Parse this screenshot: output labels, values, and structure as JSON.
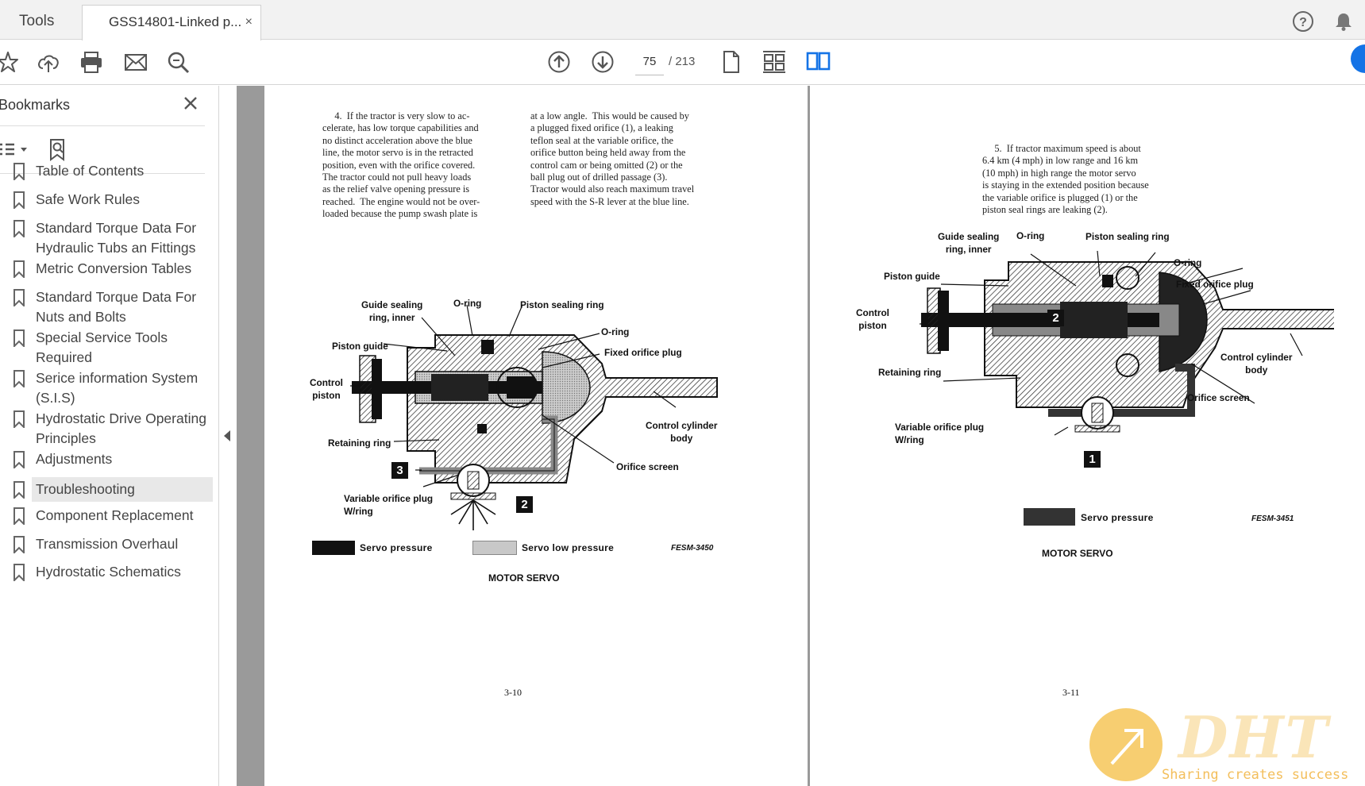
{
  "tabs": {
    "tools_label": "Tools",
    "document_label": "GSS14801-Linked p...",
    "close_glyph": "×"
  },
  "toolbar": {
    "icons": [
      "star-icon",
      "upload-icon",
      "print-icon",
      "mail-icon",
      "zoom-search-icon",
      "page-up-icon",
      "page-down-icon",
      "single-page-icon",
      "scroll-icon",
      "two-page-icon"
    ],
    "current_page": "75",
    "total_pages": "/ 213",
    "accent_color": "#1473e6"
  },
  "sidebar": {
    "title": "Bookmarks",
    "items": [
      {
        "label": "Table of Contents"
      },
      {
        "label": "Safe Work Rules"
      },
      {
        "label": "Standard Torque Data For Hydraulic Tubs an Fittings"
      },
      {
        "label": "Metric Conversion Tables"
      },
      {
        "label": "Standard Torque Data For Nuts and Bolts"
      },
      {
        "label": "Special Service Tools Required"
      },
      {
        "label": "Serice information System (S.I.S)"
      },
      {
        "label": "Hydrostatic Drive Operating Principles"
      },
      {
        "label": "Adjustments"
      },
      {
        "label": "Troubleshooting"
      },
      {
        "label": "Component Replacement"
      },
      {
        "label": "Transmission Overhaul"
      },
      {
        "label": "Hydrostatic Schematics"
      }
    ],
    "selected_item": "Troubleshooting"
  },
  "page_left": {
    "col1": [
      "     4.  If the tractor is very slow to ac-",
      "celerate, has low torque capabilities and",
      "no distinct acceleration above the blue",
      "line, the motor servo is in the retracted",
      "position, even with the orifice covered.",
      "The tractor could not pull heavy loads",
      "as the relief valve opening pressure is",
      "reached.  The engine would not be over-",
      "loaded because the pump swash plate is"
    ],
    "col2": [
      "at a low angle.  This would be caused by",
      "a plugged fixed orifice (1), a leaking",
      "teflon seal at the variable orifice, the",
      "orifice button being held away from the",
      "control cam or being omitted (2) or the",
      "ball plug out of drilled passage (3).",
      "Tractor would also reach maximum travel",
      "speed with the S-R lever at the blue line."
    ],
    "labels": {
      "guide_sealing": "Guide sealing\nring, inner",
      "o_ring_top": "O-ring",
      "piston_sealing": "Piston sealing ring",
      "o_ring_right": "O-ring",
      "piston_guide": "Piston guide",
      "fixed_orifice": "Fixed orifice plug",
      "control_piston": "Control\npiston",
      "control_cylinder": "Control cylinder\nbody",
      "retaining_ring": "Retaining ring",
      "orifice_screen": "Orifice screen",
      "variable_orifice": "Variable orifice plug\nW/ring"
    },
    "badges": [
      "3",
      "2"
    ],
    "legend_servo": "Servo  pressure",
    "legend_low": "Servo  low  pressure",
    "fig_code": "FESM-3450",
    "caption": "MOTOR SERVO",
    "page_number": "3-10"
  },
  "page_right": {
    "text": [
      "     5.  If tractor maximum speed is about",
      "6.4 km (4 mph) in low range and 16 km",
      "(10 mph) in high range the motor servo",
      "is staying in the extended position because",
      "the variable orifice is plugged (1) or the",
      "piston seal rings are leaking (2)."
    ],
    "labels": {
      "guide_sealing": "Guide sealing\nring, inner",
      "o_ring_top": "O-ring",
      "piston_sealing": "Piston sealing ring",
      "o_ring_right": "O-ring",
      "piston_guide": "Piston guide",
      "fixed_orifice": "Fixed orifice plug",
      "control_piston": "Control\npiston",
      "control_cylinder": "Control cylinder\nbody",
      "retaining_ring": "Retaining ring",
      "orifice_screen": "Orifice screen",
      "variable_orifice": "Variable orifice plug\nW/ring"
    },
    "badges": [
      "2",
      "1"
    ],
    "legend_servo": "Servo  pressure",
    "fig_code": "FESM-3451",
    "caption": "MOTOR SERVO",
    "page_number": "3-11"
  },
  "watermark": {
    "logo_text": "DHT",
    "slogan": "Sharing creates success"
  }
}
